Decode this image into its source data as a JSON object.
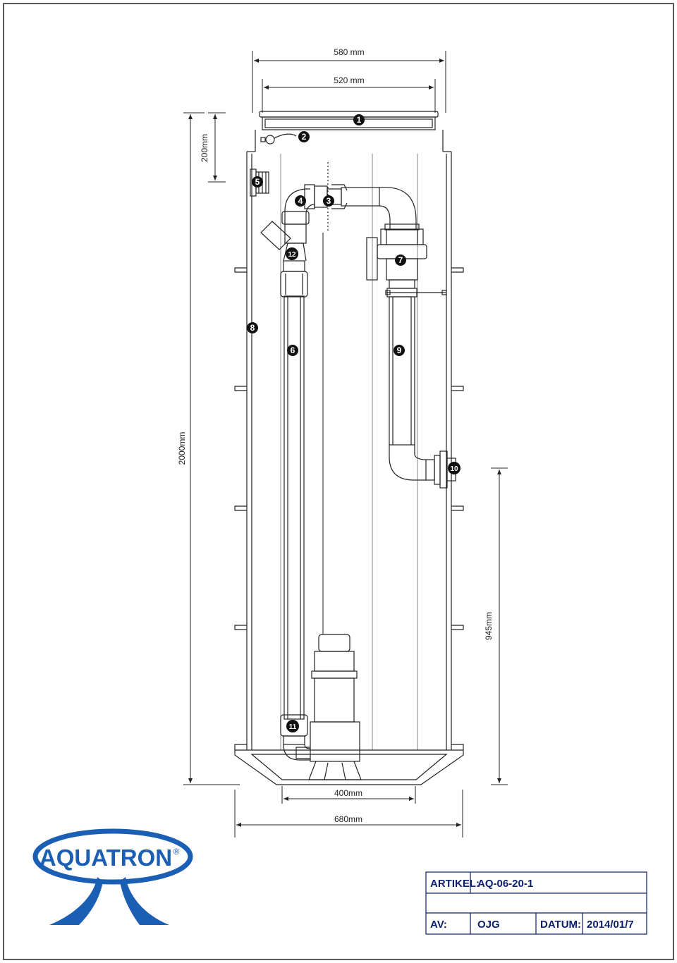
{
  "dimensions": {
    "outer_width": "580 mm",
    "inner_width": "520 mm",
    "top_height": "200mm",
    "total_height": "2000mm",
    "outlet_height": "945mm",
    "base_width": "400mm",
    "foot_width": "680mm"
  },
  "callouts": [
    "1",
    "2",
    "3",
    "4",
    "5",
    "6",
    "7",
    "8",
    "9",
    "10",
    "11",
    "12"
  ],
  "logo": {
    "text": "AQUATRON",
    "registered": "®",
    "color": "#1a5fb4"
  },
  "title_block": {
    "artikel_label": "ARTIKEL:",
    "artikel_value": "AQ-06-20-1",
    "av_label": "AV:",
    "av_value": "OJG",
    "datum_label": "DATUM:",
    "datum_value": "2014/01/7",
    "text_color": "#0b1f6b"
  }
}
